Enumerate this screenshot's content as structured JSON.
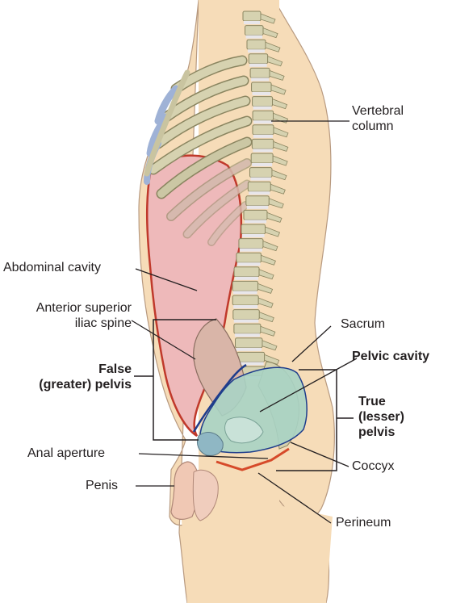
{
  "labels": {
    "vertebral_column": "Vertebral column",
    "vertebral_line1": "Vertebral",
    "vertebral_line2": "column",
    "abdominal_cavity": "Abdominal cavity",
    "asis_line1": "Anterior superior",
    "asis_line2": "iliac spine",
    "false_pelvis_line1": "False",
    "false_pelvis_line2": "(greater) pelvis",
    "anal_aperture": "Anal aperture",
    "penis": "Penis",
    "sacrum": "Sacrum",
    "pelvic_cavity": "Pelvic cavity",
    "true_pelvis_line1": "True",
    "true_pelvis_line2": "(lesser)",
    "true_pelvis_line3": "pelvis",
    "coccyx": "Coccyx",
    "perineum": "Perineum"
  },
  "colors": {
    "skin": "#f6dcb8",
    "skin_outline": "#b89a80",
    "abdominal_cavity": "#eeb9ba",
    "abdominal_outline": "#c0392b",
    "pelvic_cavity": "#a9d3c4",
    "pelvic_outline": "#1f3d8c",
    "bone": "#d6d2b0",
    "bone_dark": "#8a8560",
    "disc": "#e8e6ea",
    "rib_cartilage": "#9fb2d6",
    "ilium": "#d9b5a8",
    "perineum_line": "#d64a2a",
    "leader_line": "#231f20"
  }
}
